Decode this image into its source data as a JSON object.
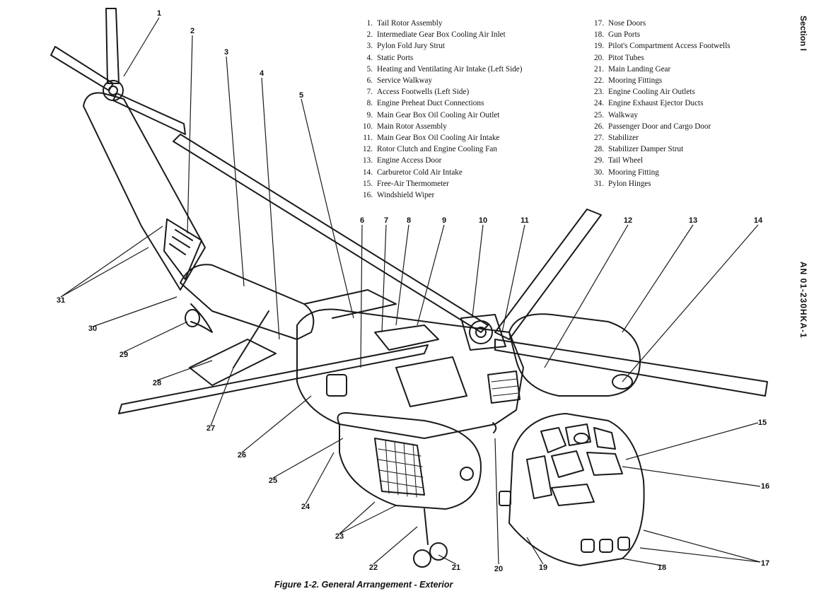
{
  "header": {
    "section": "Section I",
    "document": "AN 01-230HKA-1"
  },
  "caption": "Figure 1-2. General Arrangement - Exterior",
  "legend_left": [
    {
      "num": "1.",
      "label": "Tail Rotor Assembly"
    },
    {
      "num": "2.",
      "label": "Intermediate Gear Box Cooling Air Inlet"
    },
    {
      "num": "3.",
      "label": "Pylon Fold Jury Strut"
    },
    {
      "num": "4.",
      "label": "Static Ports"
    },
    {
      "num": "5.",
      "label": "Heating and Ventilating Air Intake (Left Side)"
    },
    {
      "num": "6.",
      "label": "Service Walkway"
    },
    {
      "num": "7.",
      "label": "Access Footwells (Left Side)"
    },
    {
      "num": "8.",
      "label": "Engine Preheat Duct Connections"
    },
    {
      "num": "9.",
      "label": "Main Gear Box Oil Cooling Air Outlet"
    },
    {
      "num": "10.",
      "label": "Main Rotor Assembly"
    },
    {
      "num": "11.",
      "label": "Main Gear Box Oil Cooling Air Intake"
    },
    {
      "num": "12.",
      "label": "Rotor Clutch and Engine Cooling Fan"
    },
    {
      "num": "13.",
      "label": "Engine Access Door"
    },
    {
      "num": "14.",
      "label": "Carburetor Cold Air Intake"
    },
    {
      "num": "15.",
      "label": "Free-Air Thermometer"
    },
    {
      "num": "16.",
      "label": "Windshield Wiper"
    }
  ],
  "legend_right": [
    {
      "num": "17.",
      "label": "Nose Doors"
    },
    {
      "num": "18.",
      "label": "Gun Ports"
    },
    {
      "num": "19.",
      "label": "Pilot's Compartment Access Footwells"
    },
    {
      "num": "20.",
      "label": "Pitot Tubes"
    },
    {
      "num": "21.",
      "label": "Main Landing Gear"
    },
    {
      "num": "22.",
      "label": "Mooring Fittings"
    },
    {
      "num": "23.",
      "label": "Engine Cooling Air Outlets"
    },
    {
      "num": "24.",
      "label": "Engine Exhaust Ejector Ducts"
    },
    {
      "num": "25.",
      "label": "Walkway"
    },
    {
      "num": "26.",
      "label": "Passenger Door and Cargo Door"
    },
    {
      "num": "27.",
      "label": "Stabilizer"
    },
    {
      "num": "28.",
      "label": "Stabilizer Damper Strut"
    },
    {
      "num": "29.",
      "label": "Tail Wheel"
    },
    {
      "num": "30.",
      "label": "Mooring Fitting"
    },
    {
      "num": "31.",
      "label": "Pylon Hinges"
    }
  ],
  "callouts": [
    "1",
    "2",
    "3",
    "4",
    "5",
    "6",
    "7",
    "8",
    "9",
    "10",
    "11",
    "12",
    "13",
    "14",
    "15",
    "16",
    "17",
    "18",
    "19",
    "20",
    "21",
    "22",
    "23",
    "24",
    "25",
    "26",
    "27",
    "28",
    "29",
    "30",
    "31"
  ]
}
